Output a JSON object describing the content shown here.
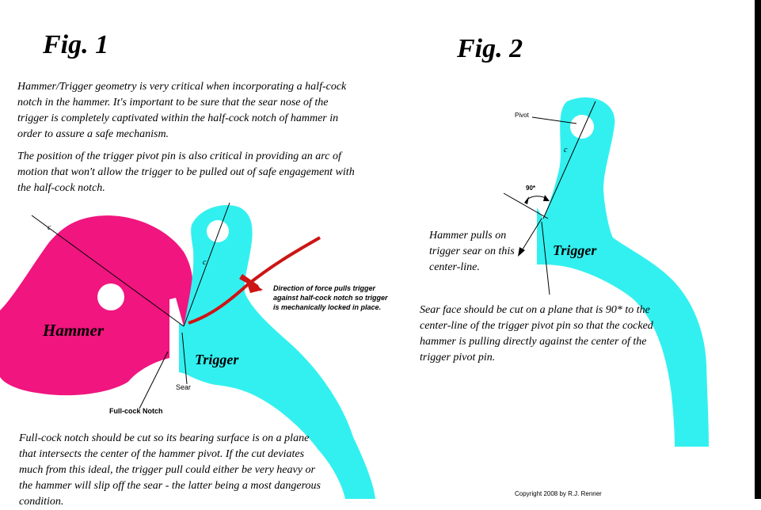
{
  "fig1": {
    "title": "Fig. 1",
    "paragraph1": "Hammer/Trigger geometry is very critical when incorporating a half-cock notch in the hammer. It's important to be sure that the sear nose of the trigger is completely captivated  within the half-cock notch of hammer in order to assure a safe mechanism.",
    "paragraph2": "The position of the trigger pivot pin is also critical in providing an arc of motion that won't allow the trigger to be pulled out of safe engagement with the half-cock notch.",
    "hammer_label": "Hammer",
    "trigger_label": "Trigger",
    "sear_label": "Sear",
    "notch_label": "Full-cock Notch",
    "force_note": "Direction of force pulls trigger against half-cock notch so trigger is mechanically locked in place.",
    "bottom_note": "Full-cock notch should be cut so its bearing surface is on a plane that intersects the center of the hammer pivot. If the cut deviates much from this ideal, the trigger pull could either be very heavy or the hammer will slip off the sear - the latter being a most dangerous condition."
  },
  "fig2": {
    "title": "Fig. 2",
    "pivot_label": "Pivot",
    "angle_label": "90*",
    "trigger_label": "Trigger",
    "hammer_note": "Hammer pulls on trigger sear on this center-line.",
    "sear_note": "Sear face should be cut on a plane that is 90* to the center-line of the trigger pivot pin so that the cocked hammer is pulling directly against the center of the trigger pivot pin."
  },
  "copyright": "Copyright 2008 by R.J. Renner",
  "colors": {
    "hammer": "#f0157f",
    "trigger": "#33f0f0",
    "force_arrow": "#cc1515",
    "outline": "#000000"
  }
}
